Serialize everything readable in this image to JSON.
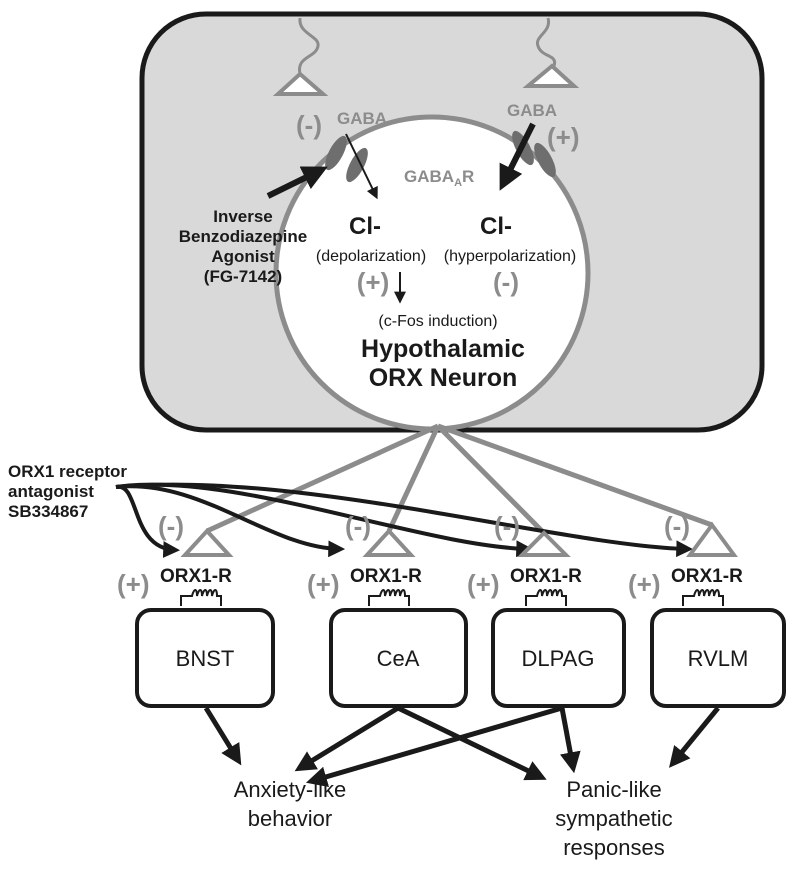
{
  "neuron": {
    "gaba_left": "GABA",
    "gaba_right": "GABA",
    "minus_left": "(-)",
    "plus_right": "(+)",
    "receptor_main": "GABA",
    "receptor_sub": "A",
    "receptor_end": "R",
    "cl_left": "Cl-",
    "cl_right": "Cl-",
    "depolarization": "(depolarization)",
    "hyperpolarization": "(hyperpolarization)",
    "plus_inner": "(+)",
    "minus_inner": "(-)",
    "cfos": "(c-Fos induction)",
    "title_line1": "Hypothalamic",
    "title_line2": "ORX Neuron"
  },
  "agonist": {
    "line1": "Inverse",
    "line2": "Benzodiazepine",
    "line3": "Agonist",
    "line4": "(FG-7142)"
  },
  "antagonist": {
    "line1": "ORX1 receptor",
    "line2": "antagonist",
    "line3": "SB334867"
  },
  "targets": [
    {
      "region": "BNST",
      "receptor": "ORX1-R",
      "plus": "(+)",
      "minus": "(-)"
    },
    {
      "region": "CeA",
      "receptor": "ORX1-R",
      "plus": "(+)",
      "minus": "(-)"
    },
    {
      "region": "DLPAG",
      "receptor": "ORX1-R",
      "plus": "(+)",
      "minus": "(-)"
    },
    {
      "region": "RVLM",
      "receptor": "ORX1-R",
      "plus": "(+)",
      "minus": "(-)"
    }
  ],
  "outcomes": {
    "anxiety_line1": "Anxiety-like",
    "anxiety_line2": "behavior",
    "panic_line1": "Panic-like",
    "panic_line2": "sympathetic",
    "panic_line3": "responses"
  },
  "colors": {
    "box_fill": "#d9d9d9",
    "gray_stroke": "#8c8c8c",
    "dark": "#1a1a1a"
  }
}
